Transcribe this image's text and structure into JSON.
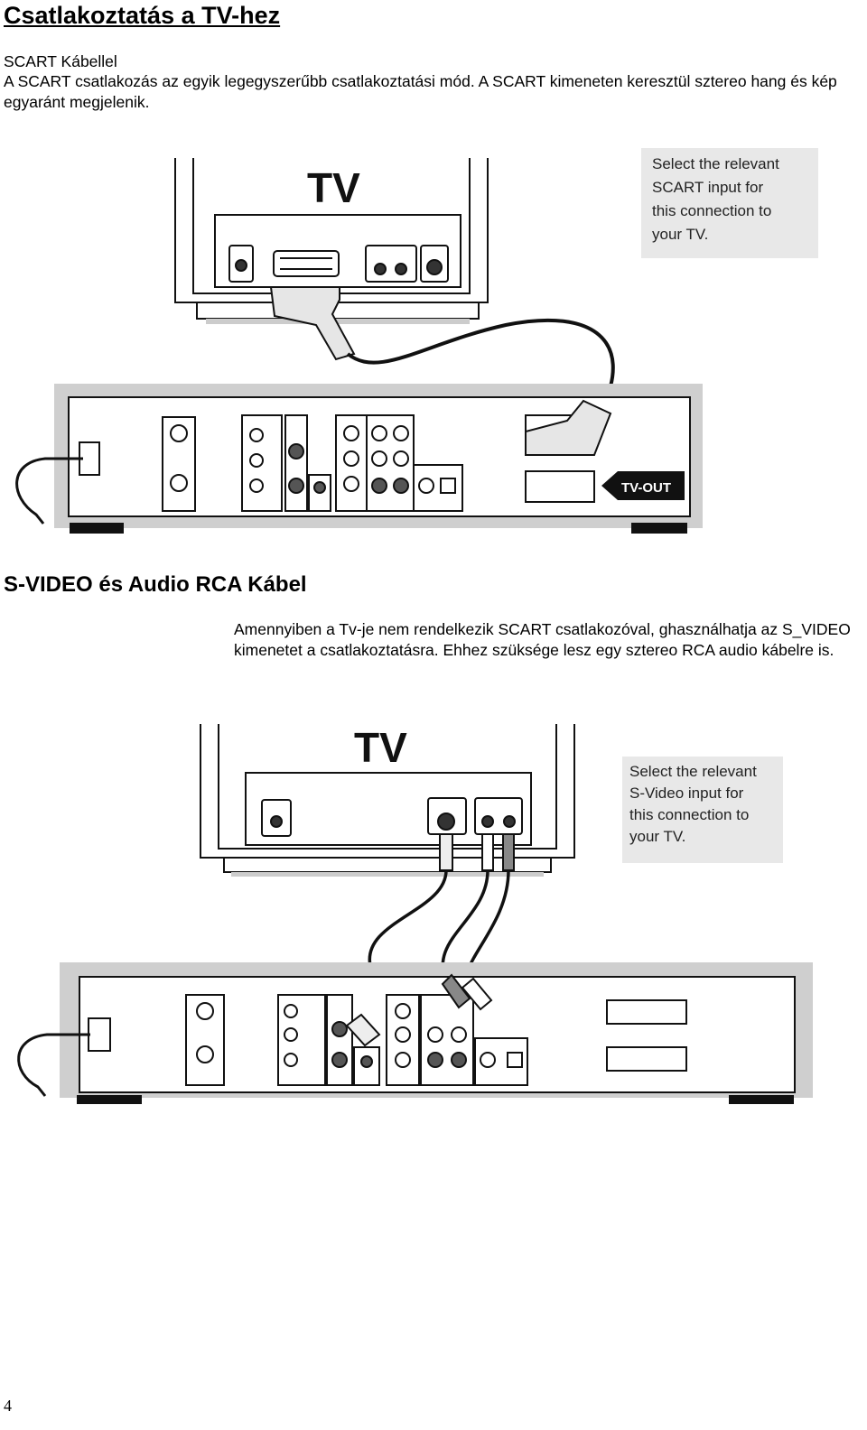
{
  "document": {
    "title": "Csatlakoztatás a TV-hez",
    "scart_section": {
      "subheading": "SCART Kábellel",
      "body": "A SCART csatlakozás az egyik legegyszerűbb csatlakoztatási mód. A SCART kimeneten keresztül sztereo hang és kép egyaránt megjelenik.",
      "figure": {
        "tv_label": "TV",
        "callout": [
          "Select the relevant",
          "SCART input for",
          "this connection to",
          "your TV."
        ],
        "tv_out_label": "TV-OUT"
      }
    },
    "svideo_section": {
      "heading": "S-VIDEO és Audio RCA Kábel",
      "body": "Amennyiben a Tv-je nem rendelkezik SCART csatlakozóval, ghasználhatja az S_VIDEO kimenetet a csatlakoztatásra. Ehhez szüksége lesz egy sztereo RCA audio kábelre is.",
      "figure": {
        "tv_label": "TV",
        "callout": [
          "Select the relevant",
          "S-Video input for",
          "this connection to",
          "your TV."
        ]
      }
    },
    "page_number": "4"
  }
}
